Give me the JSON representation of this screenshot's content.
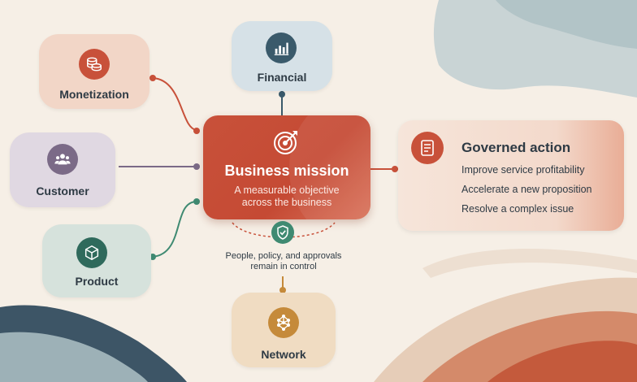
{
  "mission": {
    "title": "Business mission",
    "subtitle": "A measurable objective across the business"
  },
  "nodes": {
    "monetization": {
      "label": "Monetization",
      "icon": "coins-icon",
      "color": "#c8513a"
    },
    "customer": {
      "label": "Customer",
      "icon": "people-icon",
      "color": "#7b6a87"
    },
    "product": {
      "label": "Product",
      "icon": "cube-icon",
      "color": "#2f6a5c"
    },
    "financial": {
      "label": "Financial",
      "icon": "bar-chart-icon",
      "color": "#3a5a6b"
    },
    "network": {
      "label": "Network",
      "icon": "network-icon",
      "color": "#c58a3a"
    }
  },
  "governed": {
    "title": "Governed action",
    "icon": "document-icon",
    "items": [
      "Improve service profitability",
      "Accelerate a new proposition",
      "Resolve a complex issue"
    ]
  },
  "control": {
    "icon": "shield-check-icon",
    "text": "People, policy, and approvals remain in control"
  },
  "colors": {
    "background": "#f6efe6",
    "accent": "#c8513a",
    "text": "#2e3a44"
  }
}
